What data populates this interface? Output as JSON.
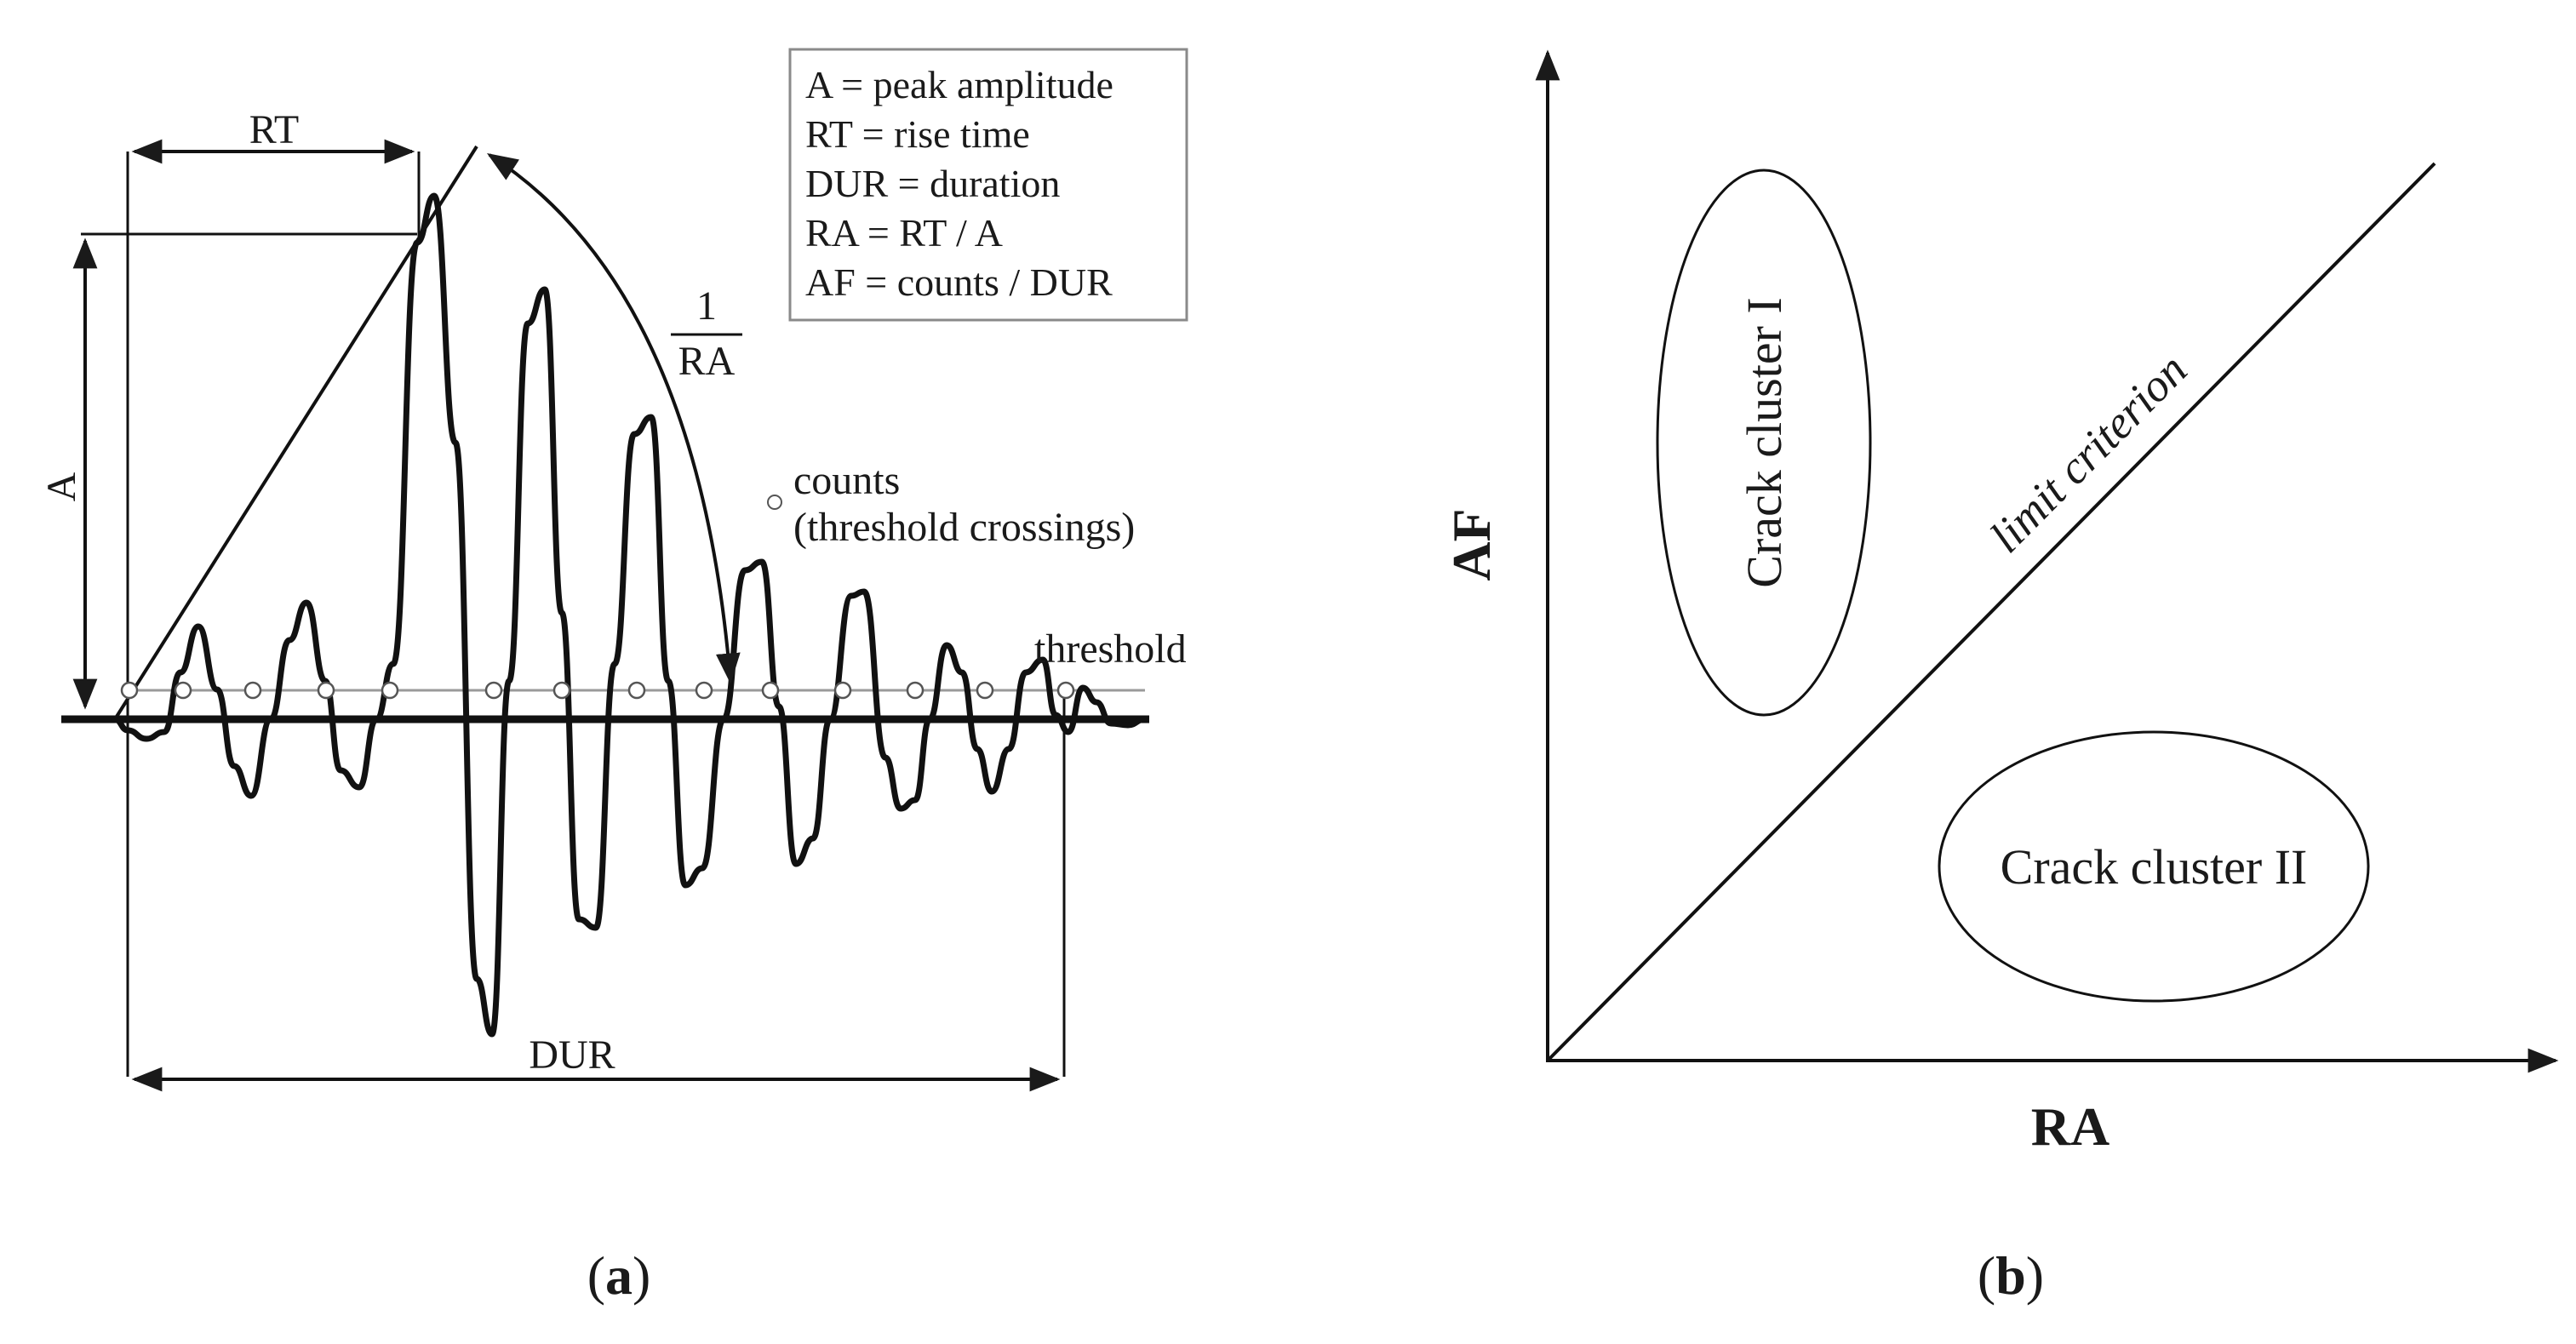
{
  "panel_a": {
    "caption_open": "(",
    "caption_letter": "a",
    "caption_close": ")",
    "label_rt": "RT",
    "label_a": "A",
    "label_dur": "DUR",
    "label_threshold": "threshold",
    "label_counts_line1": "counts",
    "label_counts_line2": "(threshold crossings)",
    "fraction_numerator": "1",
    "fraction_denominator": "RA",
    "legend": [
      "A = peak amplitude",
      "RT = rise time",
      "DUR = duration",
      "RA = RT / A",
      "AF = counts / DUR"
    ]
  },
  "panel_b": {
    "caption_open": "(",
    "caption_letter": "b",
    "caption_close": ")",
    "y_axis_label": "AF",
    "x_axis_label": "RA",
    "limit_label": "limit criterion",
    "cluster_1": "Crack cluster I",
    "cluster_2": "Crack cluster II"
  }
}
